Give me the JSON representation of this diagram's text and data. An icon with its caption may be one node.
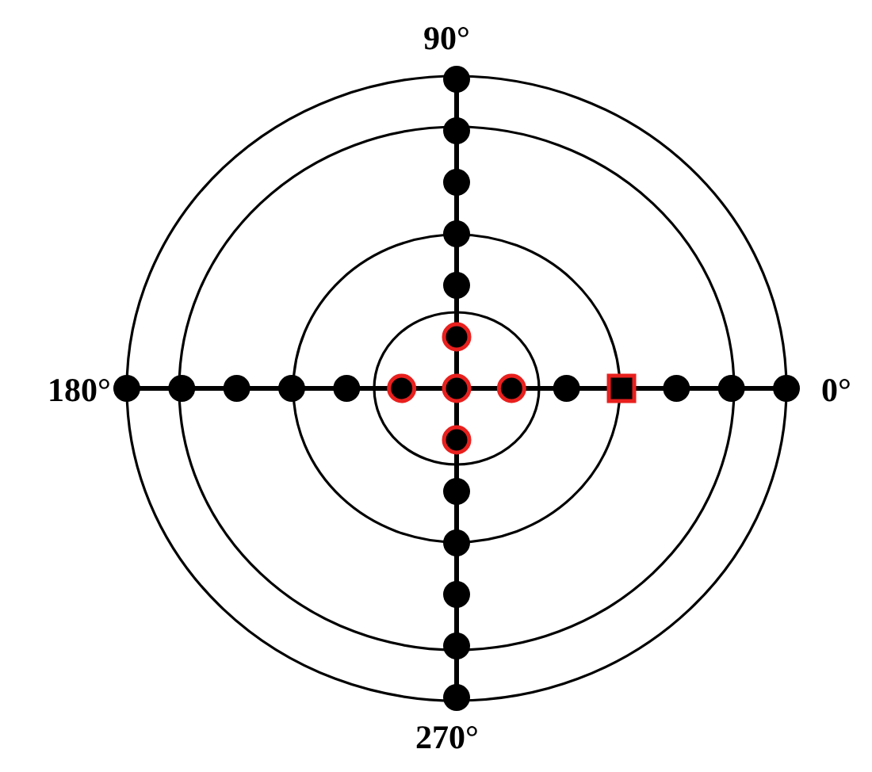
{
  "diagram": {
    "labels": [
      "90°",
      "180°",
      "0°",
      "270°"
    ]
  }
}
